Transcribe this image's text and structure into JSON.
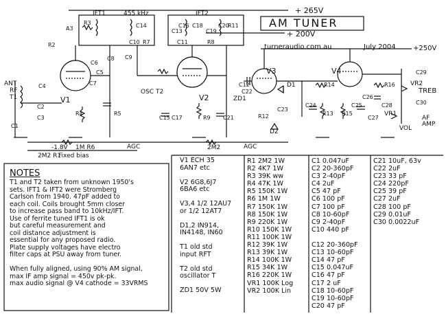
{
  "header": {
    "title": "AM TUNER",
    "supply_265": "+ 265V",
    "supply_200": "+ 200V",
    "supply_250": "+250V",
    "website": "turneraudio.com.au",
    "date": "July 2004"
  },
  "schematic_labels": {
    "ift1": "IFT1",
    "freq": "455 kHz",
    "ift2": "IFT2",
    "ant": "ANT",
    "rf": "RF",
    "t1": "T1",
    "v1": "V1",
    "v2": "V2",
    "v3": "V3",
    "v4": "V4",
    "osc_t2": "OSC T2",
    "agc_left": "AGC",
    "agc_right": "AGC",
    "fixed_bias": "Fixed bias",
    "bias_volt": "-1.8V",
    "r6": "1M R6",
    "r1": "2M2 R1",
    "r10": "2M2",
    "treb": "TREB",
    "vol": "VOL",
    "af_amp": "AF AMP",
    "d1": "D1",
    "d2": "D2",
    "zd1": "ZD1",
    "vr1": "VR1",
    "vr2": "VR2",
    "parts": [
      "A3",
      "R2",
      "C4",
      "C1",
      "C2",
      "C3",
      "C5",
      "C6",
      "C7",
      "C8",
      "C9",
      "C10",
      "C11",
      "C12",
      "C13",
      "C14",
      "C15",
      "C16",
      "C17",
      "C18",
      "C19",
      "C20",
      "C21",
      "C22",
      "C23",
      "C24",
      "C25",
      "C26",
      "C27",
      "C28",
      "C29",
      "C30",
      "R3",
      "R4",
      "R5",
      "R7",
      "R8",
      "R9",
      "R11",
      "R12",
      "R13",
      "R14",
      "R15",
      "R16"
    ]
  },
  "notes": {
    "heading": "NOTES",
    "lines": [
      "T1 and T2 taken from unknown 1950's",
      "sets. IFT1 & IFT2 were Stromberg",
      "Carlson from 1940. 47pF added to",
      "each coil. Coils brought 5mm closer",
      "to increase pass band to 10kHz/IFT.",
      "Use of ferrite tuned IFT1 is ok",
      "but careful measurement and",
      "coil distance adjustment is",
      "essential for any proposed radio.",
      "Plate supply voltages have electro",
      "filter caps at PSU away from tuner.",
      "",
      "When fully aligned, using 90% AM signal,",
      "max IF amp signal = 450v pk-pk.",
      "max audio signal @ V4 cathode = 33VRMS"
    ]
  },
  "tubes": [
    {
      "ref": "V1",
      "type": "ECH 35",
      "alt": "6AN7 etc"
    },
    {
      "ref": "V2",
      "type": "6G8,6J7",
      "alt": "6BA6 etc"
    },
    {
      "ref": "V3,4",
      "type": "1/2 12AU7",
      "alt": "or 1/2 12AT7"
    },
    {
      "ref": "D1,2",
      "type": "IN914,",
      "alt": "IN4148, IN60"
    },
    {
      "ref": "T1",
      "type": "old std",
      "alt": "input RFT"
    },
    {
      "ref": "T2",
      "type": "old std",
      "alt": "oscillator T"
    },
    {
      "ref": "ZD1",
      "type": "50V 5W",
      "alt": ""
    }
  ],
  "resistors": [
    [
      "R1",
      "2M2",
      "1W"
    ],
    [
      "R2",
      "4K7",
      "1W"
    ],
    [
      "R3",
      "39K",
      "ww"
    ],
    [
      "R4",
      "47K",
      "1W"
    ],
    [
      "R5",
      "150K",
      "1W"
    ],
    [
      "R6",
      "1M",
      "1W"
    ],
    [
      "R7",
      "150K",
      "1W"
    ],
    [
      "R8",
      "150K",
      "1W"
    ],
    [
      "R9",
      "220K",
      "1W"
    ],
    [
      "R10",
      "150K",
      "1W"
    ],
    [
      "R11",
      "100K",
      "1W"
    ],
    [
      "R12",
      "39K",
      "1W"
    ],
    [
      "R13",
      "39K",
      "1W"
    ],
    [
      "R14",
      "100K",
      "1W"
    ],
    [
      "R15",
      "34K",
      "1W"
    ],
    [
      "R16",
      "220K",
      "1W"
    ],
    [
      "VR1",
      "100K",
      "Log"
    ],
    [
      "VR2",
      "100K",
      "Lin"
    ]
  ],
  "caps_a": [
    [
      "C1",
      "0.047uF"
    ],
    [
      "C2",
      "20-360pF"
    ],
    [
      "C3",
      "2-40pF"
    ],
    [
      "C4",
      "2uF"
    ],
    [
      "C5",
      "47 pF"
    ],
    [
      "C6",
      "100 pF"
    ],
    [
      "C7",
      "100 pF"
    ],
    [
      "C8",
      "10-60pF"
    ],
    [
      "C9",
      "2-40pF"
    ],
    [
      "C10",
      "440 pF"
    ],
    [
      "",
      ""
    ],
    [
      "C12",
      "20-360pF"
    ],
    [
      "C13",
      "10-60pF"
    ],
    [
      "C14",
      "47 pF"
    ],
    [
      "C15",
      "0.047uF"
    ],
    [
      "C16",
      "47 pF"
    ],
    [
      "C17",
      "2 uF"
    ],
    [
      "C18",
      "10-60pF"
    ],
    [
      "C19",
      "10-60pF"
    ],
    [
      "C20",
      "47 pF"
    ]
  ],
  "caps_b": [
    [
      "C21",
      "10uF, 63v"
    ],
    [
      "C22",
      "2uF"
    ],
    [
      "C23",
      "33 pF"
    ],
    [
      "C24",
      "220pF"
    ],
    [
      "C25",
      "39 pF"
    ],
    [
      "C27",
      "2uF"
    ],
    [
      "C28",
      "100 pF"
    ],
    [
      "C29",
      "0.01uF"
    ],
    [
      "C30",
      "0.0022uF"
    ]
  ]
}
